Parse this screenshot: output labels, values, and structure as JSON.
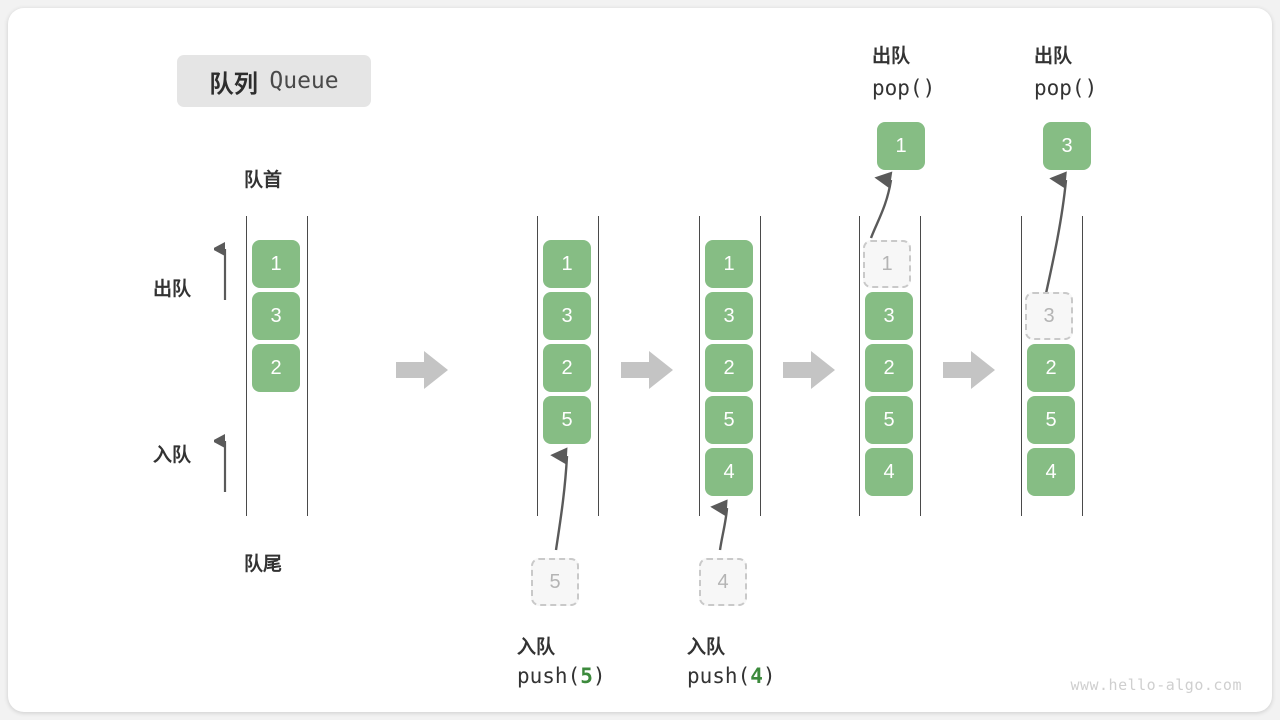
{
  "title": {
    "cn": "队列",
    "en": "Queue"
  },
  "labels": {
    "head": "队首",
    "tail": "队尾",
    "dequeue": "出队",
    "enqueue": "入队"
  },
  "watermark": "www.hello-algo.com",
  "colors": {
    "element": "#86bd84",
    "ghost_fill": "#f7f7f7",
    "ghost_border": "#c9c9c9",
    "rail": "#4a4a4a",
    "step_arrow": "#c4c4c4",
    "accent_text": "#3c8a3c",
    "badge_bg": "#e5e5e5"
  },
  "columns": [
    {
      "id": "initial",
      "header_cn": "",
      "header_code": "",
      "items": [
        "1",
        "3",
        "2"
      ],
      "ghost_index": null,
      "popped": null,
      "caption_cn": "",
      "caption_code": "",
      "caption_arg": ""
    },
    {
      "id": "push-5",
      "header_cn": "",
      "header_code": "",
      "items": [
        "1",
        "3",
        "2",
        "5"
      ],
      "ghost_index": null,
      "popped": null,
      "incoming": "5",
      "caption_cn": "入队",
      "caption_code_prefix": "push(",
      "caption_arg": "5",
      "caption_code_suffix": ")"
    },
    {
      "id": "push-4",
      "header_cn": "",
      "header_code": "",
      "items": [
        "1",
        "3",
        "2",
        "5",
        "4"
      ],
      "ghost_index": null,
      "popped": null,
      "incoming": "4",
      "caption_cn": "入队",
      "caption_code_prefix": "push(",
      "caption_arg": "4",
      "caption_code_suffix": ")"
    },
    {
      "id": "pop-1",
      "header_cn": "出队",
      "header_code": "pop()",
      "items": [
        "1",
        "3",
        "2",
        "5",
        "4"
      ],
      "ghost_index": 0,
      "popped": "1",
      "caption_cn": "",
      "caption_code": ""
    },
    {
      "id": "pop-3",
      "header_cn": "出队",
      "header_code": "pop()",
      "items": [
        "",
        "3",
        "2",
        "5",
        "4"
      ],
      "ghost_index": 1,
      "popped": "3",
      "caption_cn": "",
      "caption_code": ""
    }
  ],
  "step_arrows": 4
}
